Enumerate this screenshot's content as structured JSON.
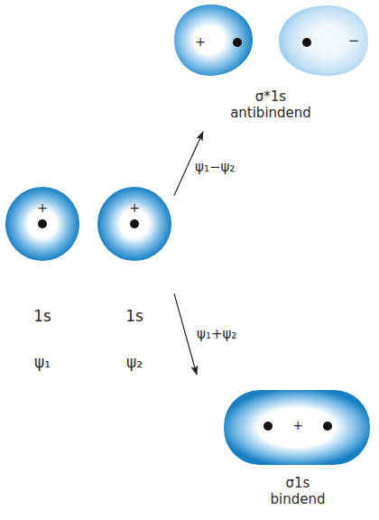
{
  "diagram": {
    "nodes": [
      {
        "text": [
          "+",
          "1s",
          "ψ₁"
        ]
      },
      {
        "text": [
          "+",
          "1s",
          "ψ₂"
        ]
      },
      {
        "text": [
          "σ*1s antibindend"
        ]
      },
      {
        "text": [
          "+"
        ],
        "in": 2
      },
      {
        "text": [
          "−"
        ],
        "in": 2
      },
      {
        "text": [
          "+",
          "σ1s bindend"
        ]
      }
    ],
    "edges": [
      {
        "from": 1,
        "to": 2,
        "arrow": "to",
        "label": "ψ₁−ψ₂"
      },
      {
        "from": 1,
        "to": 5,
        "arrow": "to",
        "label": "ψ₁+ψ₂"
      }
    ]
  }
}
